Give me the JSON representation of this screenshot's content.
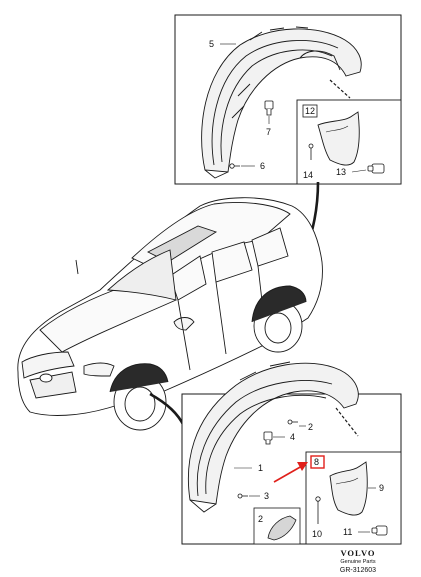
{
  "callouts": {
    "c1": "1",
    "c2": "2",
    "c3": "3",
    "c4": "4",
    "c5": "5",
    "c6": "6",
    "c7": "7",
    "c8": "8",
    "c9": "9",
    "c10": "10",
    "c11": "11",
    "c12": "12",
    "c13": "13",
    "c14": "14"
  },
  "footer": {
    "brand": "VOLVO",
    "subtitle": "Genuine Parts",
    "code": "GR-312603"
  },
  "colors": {
    "line": "#1a1a1a",
    "highlight": "#e0201b",
    "part_fill": "#f2f2f2"
  }
}
